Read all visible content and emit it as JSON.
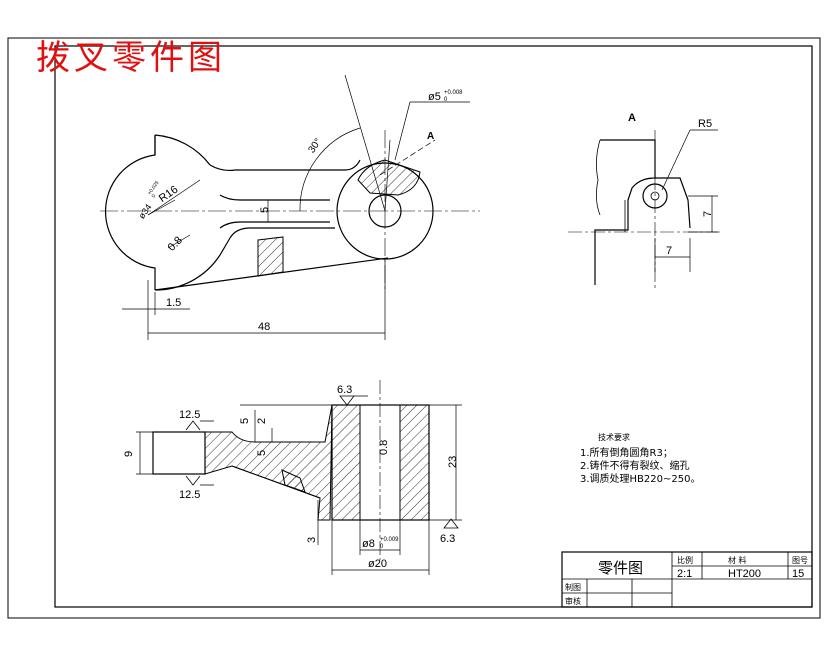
{
  "title": "拨叉零件图",
  "top_view": {
    "dim_dia_small": "ø5",
    "dim_dia_small_tol": "+0.008",
    "dim_dia_small_tol_low": "0",
    "angle": "30°",
    "label_a": "A",
    "dim_r16": "R16",
    "dim_dia34": "ø34",
    "dim_dia34_tol": "+0.025",
    "dim_dia34_tol_low": "0",
    "dim_5": "5",
    "dim_08": "0.8",
    "dim_15": "1.5",
    "dim_48": "48"
  },
  "detail_a": {
    "title": "A",
    "dim_r5": "R5",
    "dim_7v": "7",
    "dim_7h": "7"
  },
  "section_view": {
    "dim_63_top": "6.3",
    "dim_125_top": "12.5",
    "dim_5a": "5",
    "dim_2": "2",
    "dim_9": "9",
    "dim_5b": "5",
    "dim_08": "0.8",
    "dim_23": "23",
    "dim_125_bot": "12.5",
    "dim_3": "3",
    "dim_dia8": "ø8",
    "dim_dia8_tol": "+0.009",
    "dim_dia8_tol_low": "0",
    "dim_63_bot": "6.3",
    "dim_dia20": "ø20"
  },
  "notes": {
    "heading": "技术要求",
    "items": [
      "1.所有倒角圆角R3；",
      "2.铸件不得有裂纹、缩孔",
      "3.调质处理HB220~250。"
    ]
  },
  "title_block": {
    "part_name": "零件图",
    "scale_header": "比例",
    "material_header": "材  料",
    "drawing_no_header": "图号",
    "scale": "2:1",
    "material": "HT200",
    "drawing_no": "15",
    "drafter": "制图",
    "reviewer": "审核"
  }
}
